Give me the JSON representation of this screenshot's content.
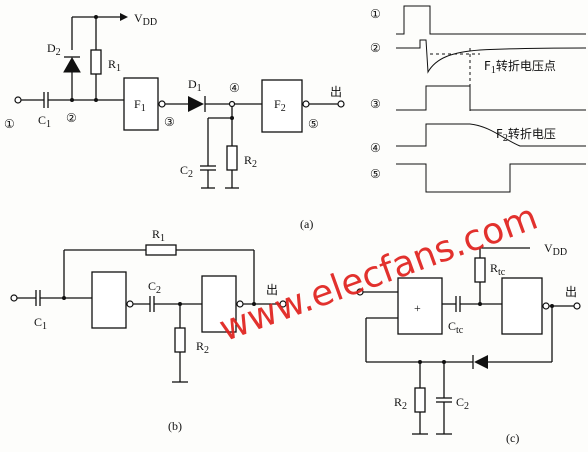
{
  "circuit_a": {
    "vdd_label": "V",
    "vdd_sub": "DD",
    "d2": "D",
    "d2_sub": "2",
    "r1": "R",
    "r1_sub": "1",
    "c1": "C",
    "c1_sub": "1",
    "f1": "F",
    "f1_sub": "1",
    "d1": "D",
    "d1_sub": "1",
    "f2": "F",
    "f2_sub": "2",
    "c2": "C",
    "c2_sub": "2",
    "r2": "R",
    "r2_sub": "2",
    "out": "出",
    "node1": "①",
    "node2": "②",
    "node3": "③",
    "node4": "④",
    "node5": "⑤",
    "caption": "(a)"
  },
  "waveforms": {
    "node1": "①",
    "node2": "②",
    "node3": "③",
    "node4": "④",
    "node5": "⑤",
    "f1_note_pre": "F",
    "f1_note_sub": "1",
    "f1_note": "转折电压点",
    "f2_note_pre": "F",
    "f2_note_sub": "2",
    "f2_note": "转折电压"
  },
  "circuit_b": {
    "r1": "R",
    "r1_sub": "1",
    "c1": "C",
    "c1_sub": "1",
    "c2": "C",
    "c2_sub": "2",
    "r2": "R",
    "r2_sub": "2",
    "out": "出",
    "caption": "(b)"
  },
  "circuit_c": {
    "vdd_label": "V",
    "vdd_sub": "DD",
    "rtc": "R",
    "rtc_sub": "tc",
    "ctc": "C",
    "ctc_sub": "tc",
    "r2": "R",
    "r2_sub": "2",
    "c2": "C",
    "c2_sub": "2",
    "plus": "+",
    "out": "出",
    "caption": "(c)"
  },
  "watermark": "www.elecfans.com"
}
